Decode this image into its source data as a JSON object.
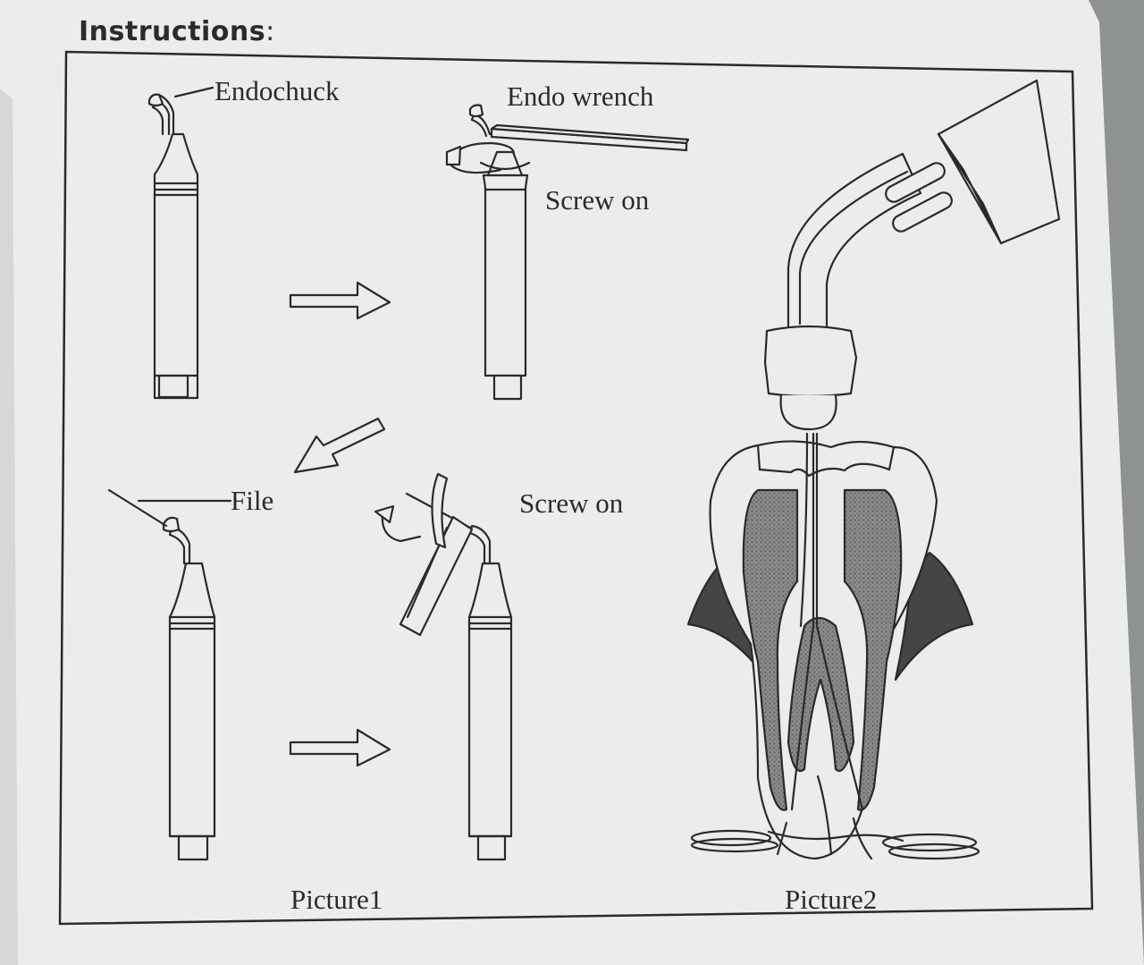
{
  "heading": {
    "text": "Instructions",
    "colon": ":"
  },
  "labels": {
    "endochuck": "Endochuck",
    "endo_wrench": "Endo wrench",
    "screw_on_top": "Screw on",
    "file": "File",
    "screw_on_bottom": "Screw on",
    "picture1": "Picture1",
    "picture2": "Picture2"
  },
  "colors": {
    "card": "#ebedec",
    "ink": "#2a2a2a",
    "pulp_fill": "#7c7c7c",
    "gum_fill": "#454545",
    "background": "#8f9293"
  },
  "icons": [
    "handpiece-icon",
    "wrench-icon",
    "rotation-arrow-icon",
    "right-arrow-icon",
    "down-left-arrow-icon",
    "tooth-icon",
    "ultrasonic-tip-icon"
  ]
}
